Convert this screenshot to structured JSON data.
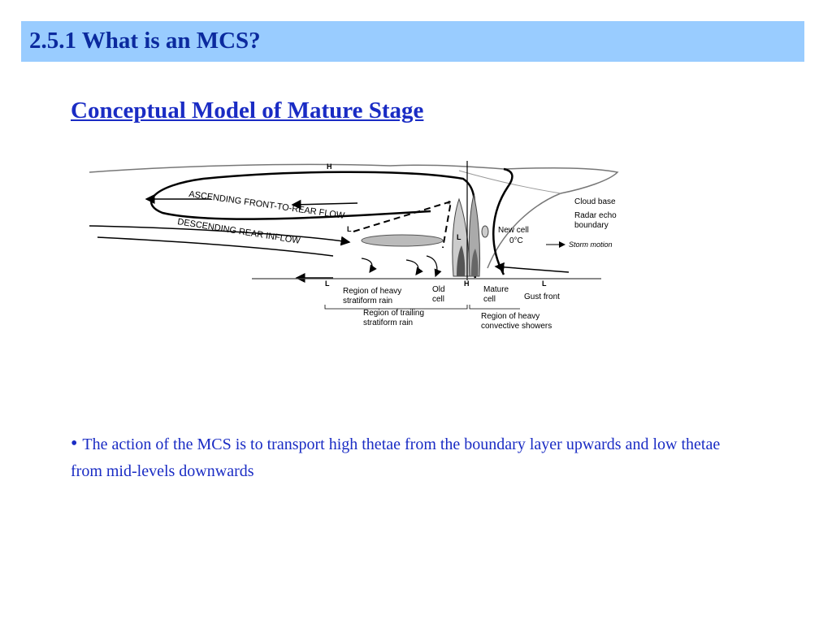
{
  "slide": {
    "title": "2.5.1 What is an MCS?",
    "subtitle": "Conceptual Model of Mature Stage"
  },
  "diagram": {
    "labels": {
      "ascending_flow": "ASCENDING FRONT-TO-REAR FLOW",
      "descending_flow": "DESCENDING  REAR  INFLOW",
      "cloud_base": "Cloud base",
      "radar_echo_1": "Radar echo",
      "radar_echo_2": "boundary",
      "new_cell": "New cell",
      "zero_c": "0°C",
      "storm_motion": "Storm motion",
      "heavy_strat_1": "Region of heavy",
      "heavy_strat_2": "stratiform rain",
      "old_cell_1": "Old",
      "old_cell_2": "cell",
      "mature_cell_1": "Mature",
      "mature_cell_2": "cell",
      "gust_front": "Gust front",
      "trailing_1": "Region of trailing",
      "trailing_2": "stratiform rain",
      "convective_1": "Region of heavy",
      "convective_2": "convective showers",
      "h_top": "H",
      "h_bottom": "H",
      "l_mid": "L",
      "l_left": "L",
      "l_right": "L",
      "l_core": "L",
      "star": "*"
    }
  },
  "bullet": {
    "marker": "•",
    "text": "The action of the MCS is to transport high thetae from the boundary layer upwards and low thetae from mid-levels downwards"
  }
}
